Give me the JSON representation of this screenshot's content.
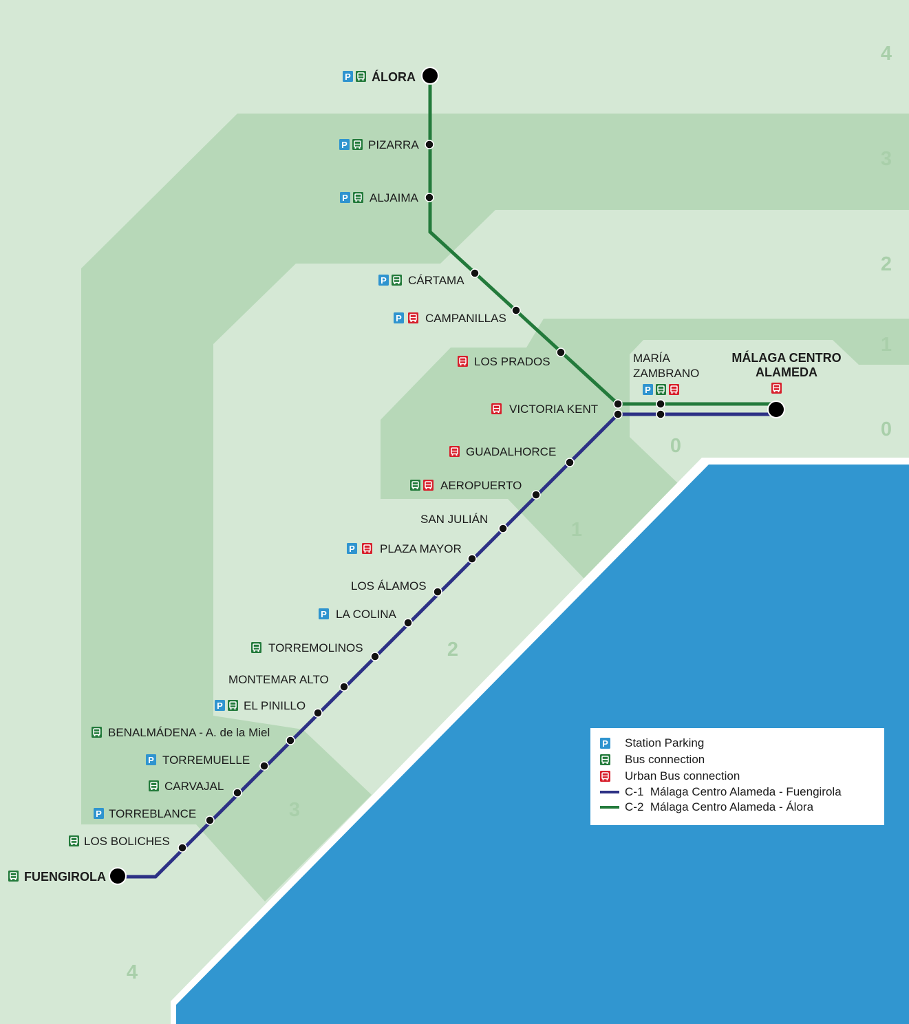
{
  "colors": {
    "zone_light": "#d5e8d5",
    "zone_mid": "#b7d8b8",
    "sea": "#3196d0",
    "coast": "#ffffff",
    "line_c1": "#2d3185",
    "line_c2": "#237a3b",
    "parking": "#2f94cf",
    "bus": "#237a3b",
    "urban_bus": "#d7202c",
    "zone_number": "#a9cfaa"
  },
  "zones": [
    "4",
    "3",
    "2",
    "1",
    "0",
    "0",
    "1",
    "2",
    "3",
    "4"
  ],
  "stations": [
    {
      "name": "ÁLORA",
      "terminal": true,
      "icons": [
        "parking",
        "bus"
      ]
    },
    {
      "name": "PIZARRA",
      "icons": [
        "parking",
        "bus"
      ]
    },
    {
      "name": "ALJAIMA",
      "icons": [
        "parking",
        "bus"
      ]
    },
    {
      "name": "CÁRTAMA",
      "icons": [
        "parking",
        "bus"
      ]
    },
    {
      "name": "CAMPANILLAS",
      "icons": [
        "parking",
        "urban_bus"
      ]
    },
    {
      "name": "LOS PRADOS",
      "icons": [
        "urban_bus"
      ]
    },
    {
      "name": "VICTORIA KENT",
      "icons": [
        "urban_bus"
      ]
    },
    {
      "name": "MARÍA",
      "name2": "ZAMBRANO",
      "icons": [
        "parking",
        "bus",
        "urban_bus"
      ]
    },
    {
      "name": "MÁLAGA CENTRO",
      "name2": "ALAMEDA",
      "terminal": true,
      "icons": [
        "urban_bus"
      ]
    },
    {
      "name": "GUADALHORCE",
      "icons": [
        "urban_bus"
      ]
    },
    {
      "name": "AEROPUERTO",
      "icons": [
        "bus",
        "urban_bus"
      ]
    },
    {
      "name": "SAN JULIÁN",
      "icons": []
    },
    {
      "name": "PLAZA MAYOR",
      "icons": [
        "parking",
        "urban_bus"
      ]
    },
    {
      "name": "LOS ÁLAMOS",
      "icons": []
    },
    {
      "name": "LA COLINA",
      "icons": [
        "parking"
      ]
    },
    {
      "name": "TORREMOLINOS",
      "icons": [
        "bus"
      ]
    },
    {
      "name": "MONTEMAR ALTO",
      "icons": []
    },
    {
      "name": "EL PINILLO",
      "icons": [
        "parking",
        "bus"
      ]
    },
    {
      "name": "BENALMÁDENA - A. de la Miel",
      "icons": [
        "bus"
      ]
    },
    {
      "name": "TORREMUELLE",
      "icons": [
        "parking"
      ]
    },
    {
      "name": "CARVAJAL",
      "icons": [
        "bus"
      ]
    },
    {
      "name": "TORREBLANCE",
      "icons": [
        "parking"
      ]
    },
    {
      "name": "LOS BOLICHES",
      "icons": [
        "bus"
      ]
    },
    {
      "name": "FUENGIROLA",
      "terminal": true,
      "icons": [
        "bus"
      ]
    }
  ],
  "legend": {
    "parking": {
      "icon": "parking-icon",
      "label": "Station Parking"
    },
    "bus": {
      "icon": "bus-icon",
      "label": "Bus connection"
    },
    "urban_bus": {
      "icon": "urban-bus-icon",
      "label": "Urban Bus connection"
    },
    "c1": {
      "label": "C-1  Málaga Centro Alameda - Fuengirola"
    },
    "c2": {
      "label": "C-2  Málaga Centro Alameda - Álora"
    }
  }
}
